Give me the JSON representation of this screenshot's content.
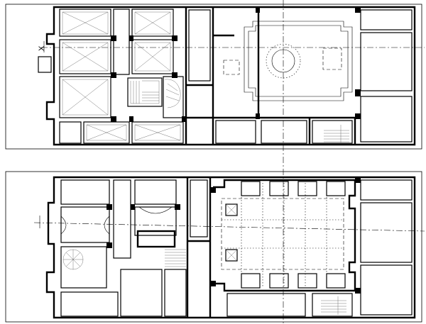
{
  "plans": [
    {
      "id": "upper",
      "section_marker": "X"
    },
    {
      "id": "lower",
      "section_marker": ""
    }
  ],
  "colors": {
    "ink": "#000000",
    "paper": "#ffffff"
  }
}
